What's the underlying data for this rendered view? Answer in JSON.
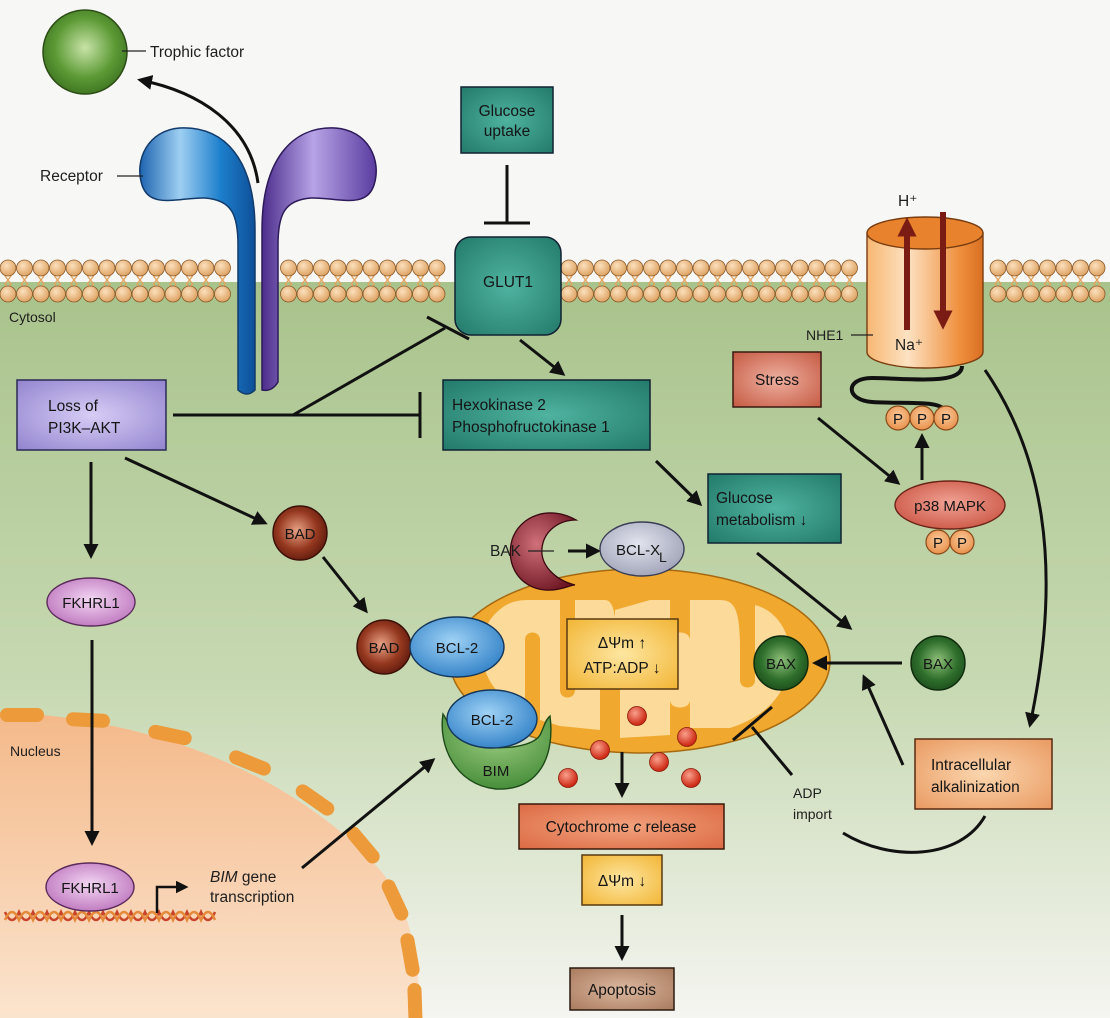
{
  "title": "Trophic factor withdrawal, loss of PI3K-AKT signalling and apoptosis",
  "regions": {
    "cytosol": "Cytosol",
    "nucleus": "Nucleus"
  },
  "labels": {
    "trophic_factor": "Trophic factor",
    "receptor": "Receptor",
    "nhe1": "NHE1",
    "h_plus": "H⁺",
    "na_plus": "Na⁺",
    "bak": "BAK",
    "adp_import_line1": "ADP",
    "adp_import_line2": "import",
    "bim_gene_italic": "BIM",
    "bim_gene_rest": " gene",
    "bim_gene_line2": "transcription"
  },
  "boxes": {
    "glucose_uptake": [
      "Glucose",
      "uptake"
    ],
    "glut1": "GLUT1",
    "loss_pi3k": [
      "Loss of",
      "PI3K–AKT"
    ],
    "hexokinase": [
      "Hexokinase 2",
      "Phosphofructokinase 1"
    ],
    "glucose_metabolism": [
      "Glucose",
      "metabolism ↓"
    ],
    "stress": "Stress",
    "mito_potential": [
      "ΔΨm ↑",
      "ATP:ADP ↓"
    ],
    "intracellular_alkalinization": [
      "Intracellular",
      "alkalinization"
    ],
    "cytochrome_release_pre": "Cytochrome ",
    "cytochrome_release_c": "c",
    "cytochrome_release_post": " release",
    "potential_drop": "ΔΨm ↓",
    "apoptosis": "Apoptosis"
  },
  "molecules": {
    "bad_free": "BAD",
    "bad_bound": "BAD",
    "bcl2_top": "BCL-2",
    "bcl2_bottom": "BCL-2",
    "bim": "BIM",
    "bclxl": "BCL-X",
    "bclxl_sub": "L",
    "bax_mito": "BAX",
    "bax_free": "BAX",
    "fkhrl1_cyto": "FKHRL1",
    "fkhrl1_nuc": "FKHRL1",
    "p38": "p38 MAPK",
    "phospho": "P"
  },
  "colors": {
    "cytosol": "#a9c28c",
    "membrane_head": "#e9b27a",
    "teal_box": "#2e8b7a",
    "purple_box": "#a99bd8",
    "mito_outer": "#f0a92e",
    "mito_inner": "#fbdca0",
    "nucleus": "#f6c79a",
    "nuclear_pore": "#ec9a3a",
    "stress_box": "#d9735a",
    "cyto_c_box": "#e8845a",
    "apoptosis_box": "#b9896c",
    "bax": "#2e6b2c",
    "bad": "#7e2a1a",
    "bcl2": "#3d8ed0",
    "bclxl": "#b9bccc",
    "bak": "#7d1a26",
    "bim": "#3f8a3a",
    "fkhrl1": "#c983c9",
    "p38": "#d36a58",
    "phospho": "#f0a463",
    "nhe1": "#f2a45a",
    "cyto_c_dot": "#d9301c"
  }
}
